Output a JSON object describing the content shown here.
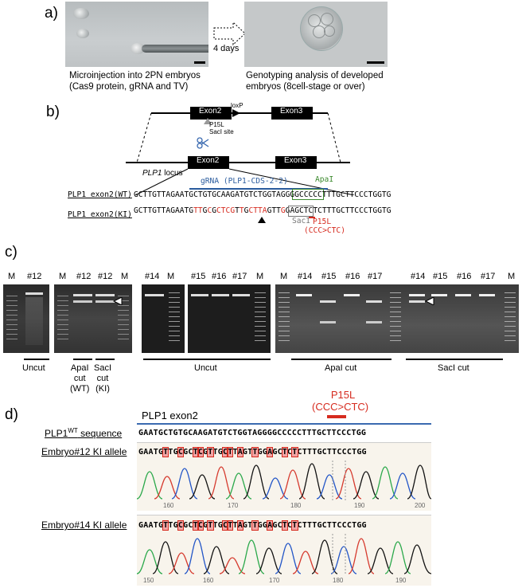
{
  "panel_a": {
    "label": "a)",
    "arrow_text": "4 days",
    "caption_left_1": "Microinjection into 2PN embryos",
    "caption_left_2": "(Cas9 protein, gRNA and TV)",
    "caption_right_1": "Genotyping analysis of developed",
    "caption_right_2": "embryos (8cell-stage or over)"
  },
  "panel_b": {
    "label": "b)",
    "exon2": "Exon2",
    "exon3": "Exon3",
    "loxp": "loxP",
    "p15l": "P15L",
    "saci_site": "SacI site",
    "locus_gene": "PLP1",
    "locus_word": " locus",
    "grna": "gRNA (PLP1-CDS-2-2)",
    "apai": "ApaI",
    "saci": "SacI",
    "p15l_red": "P15L",
    "mutation": "(CCC>CTC)",
    "wt_label": "PLP1 exon2(WT)",
    "ki_label": "PLP1 exon2(KI)",
    "wt_seq": "GCTTGTTAGAATGCTGTGCAAGATGTCTGGTAGGGGCCCCCTTTGCTTCCCTGGTG",
    "ki_seq_segments": [
      {
        "t": "GCTTGTTAGAATG",
        "c": "k"
      },
      {
        "t": "TT",
        "c": "r"
      },
      {
        "t": "G",
        "c": "k"
      },
      {
        "t": "C",
        "c": "r"
      },
      {
        "t": "G",
        "c": "k"
      },
      {
        "t": "CTCG",
        "c": "r"
      },
      {
        "t": "T",
        "c": "k"
      },
      {
        "t": "T",
        "c": "r"
      },
      {
        "t": "G",
        "c": "k"
      },
      {
        "t": "CTTA",
        "c": "r"
      },
      {
        "t": "GTT",
        "c": "k"
      },
      {
        "t": "G",
        "c": "r"
      },
      {
        "t": "GAGCTCTCTTTGCTTCCCTGGTG",
        "c": "k"
      }
    ]
  },
  "panel_c": {
    "label": "c)",
    "gel1": {
      "lanes": [
        "M",
        "#12"
      ],
      "caption": "Uncut"
    },
    "gel2": {
      "lanes": [
        "M",
        "#12",
        "#12",
        "M"
      ],
      "cap1a": "ApaI",
      "cap1b": "cut",
      "cap1c": "(WT)",
      "cap2a": "SacI",
      "cap2b": "cut",
      "cap2c": "(KI)"
    },
    "gel3": {
      "lanes": [
        "#14",
        "M",
        "#15",
        "#16",
        "#17",
        "M"
      ],
      "caption": "Uncut"
    },
    "gel4": {
      "lanes": [
        "M",
        "#14",
        "#15",
        "#16",
        "#17",
        "#14",
        "#15",
        "#16",
        "#17",
        "M"
      ],
      "caption_a": "ApaI cut",
      "caption_s": "SacI cut"
    }
  },
  "panel_d": {
    "label": "d)",
    "p15l": "P15L",
    "mutation": "(CCC>CTC)",
    "exon_label": "PLP1 exon2",
    "wt_label_main": "PLP1",
    "wt_label_sup": "WT",
    "wt_label_tail": " sequence",
    "wt_seq": "GAATGCTGTGCAAGATGTCTGGTAGGGGCCCCCTTTGCTTCCCTGG",
    "e12_label": "Embryo#12 KI allele",
    "e14_label": "Embryo#14 KI allele",
    "ki_seq": "GAATGTTGCGCTCGTTGCTTAGTTGGAGCTCTCTTTGCTTCCCTGG",
    "ticks_e12": [
      "160",
      "170",
      "180",
      "190",
      "200"
    ],
    "ticks_e14": [
      "150",
      "160",
      "170",
      "180",
      "190"
    ]
  }
}
